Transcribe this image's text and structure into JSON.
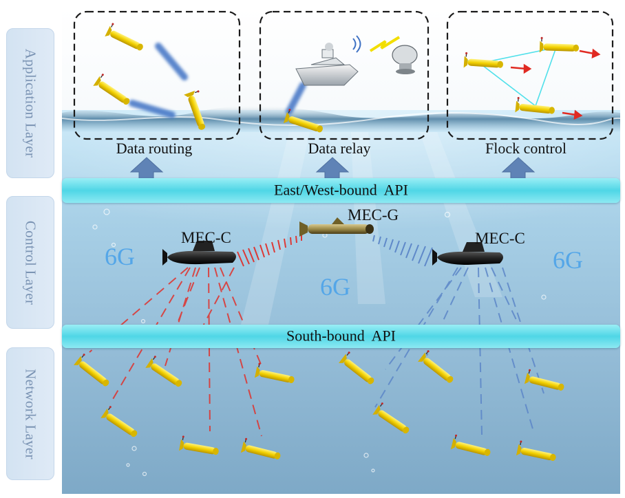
{
  "layers": {
    "application": "Application Layer",
    "control": "Control Layer",
    "network": "Network Layer"
  },
  "application_scenes": {
    "routing": "Data routing",
    "relay": "Data relay",
    "flock": "Flock control"
  },
  "apis": {
    "east_west": "East/West-bound  API",
    "south": "South-bound  API"
  },
  "nodes": {
    "mec_c_left": "MEC-C",
    "mec_g": "MEC-G",
    "mec_c_right": "MEC-C"
  },
  "network_labels": {
    "left": "6G",
    "center": "6G",
    "right": "6G"
  },
  "colors": {
    "red_link": "#e0312c",
    "blue_link": "#5c86c8",
    "api_band": "#55d8e8",
    "water_top": "#bfe4f7",
    "water_deep": "#6f9cbc",
    "auv_yellow": "#f2d000",
    "sixg_text": "#54a6e8",
    "layer_panel": "#d5e4f2"
  }
}
